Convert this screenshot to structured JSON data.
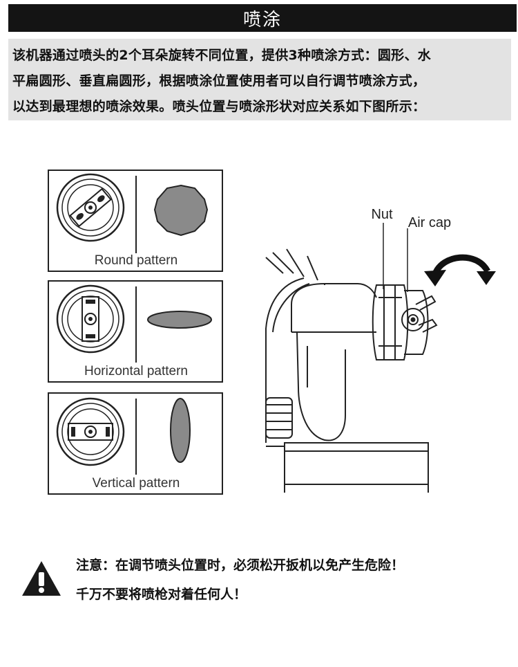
{
  "header": {
    "title": "喷涂"
  },
  "intro": {
    "lines": [
      "该机器通过喷头的2个耳朵旋转不同位置，提供3种喷涂方式：圆形、水",
      "平扁圆形、垂直扁圆形，根据喷涂位置使用者可以自行调节喷涂方式，",
      "以达到最理想的喷涂效果。喷头位置与喷涂形状对应关系如下图所示："
    ]
  },
  "patterns": [
    {
      "label": "Round pattern",
      "shape": "circle"
    },
    {
      "label": "Horizontal pattern",
      "shape": "horizontal-ellipse"
    },
    {
      "label": "Vertical pattern",
      "shape": "vertical-ellipse"
    }
  ],
  "gun": {
    "nut_label": "Nut",
    "aircap_label": "Air cap"
  },
  "warning": {
    "icon": "exclamation-triangle-icon",
    "line1": "注意：在调节喷头位置时，必须松开扳机以免产生危险！",
    "line2": "千万不要将喷枪对着任何人！"
  },
  "colors": {
    "header_bg": "#141414",
    "intro_bg": "#e3e3e3",
    "pattern_fill": "#8a8a8a"
  }
}
